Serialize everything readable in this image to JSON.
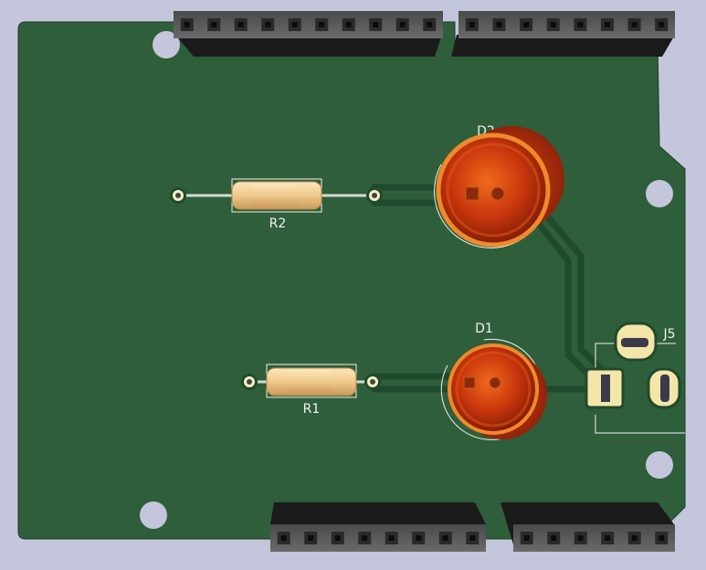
{
  "board": {
    "background_color": "#c4c6dc",
    "pcb_color": "#2f5e3b",
    "copper_color": "#1f4a2c",
    "silkscreen_color": "#f2f2f2"
  },
  "components": {
    "resistor_top": {
      "ref": "R2"
    },
    "resistor_bottom": {
      "ref": "R1"
    },
    "led_top": {
      "ref": "D2"
    },
    "led_bottom": {
      "ref": "D1"
    },
    "connector": {
      "ref": "J5"
    }
  },
  "headers": {
    "top_left_pins": 10,
    "top_right_pins": 8,
    "bottom_left_pins": 8,
    "bottom_right_pins": 6
  }
}
